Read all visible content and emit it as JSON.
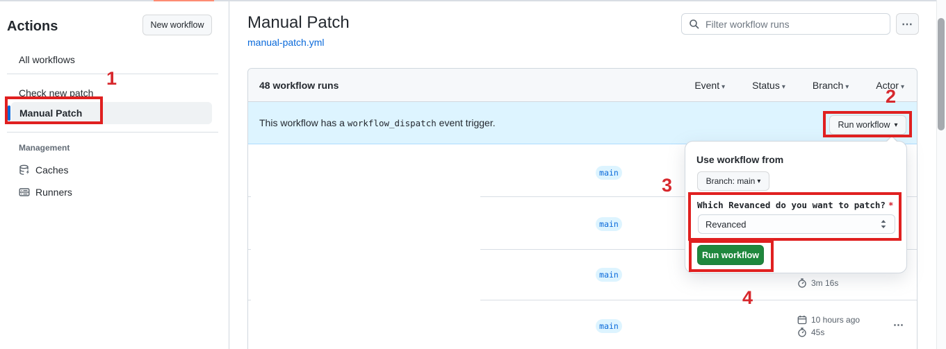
{
  "icons": {
    "caret_down": "▾",
    "kebab": "⋯"
  },
  "annotations": {
    "n1": "1",
    "n2": "2",
    "n3": "3",
    "n4": "4"
  },
  "sidebar": {
    "title": "Actions",
    "new_workflow_button": "New workflow",
    "all_workflows": "All workflows",
    "workflows": [
      "Check new patch",
      "Manual Patch"
    ],
    "management_label": "Management",
    "management_items": [
      "Caches",
      "Runners"
    ]
  },
  "main": {
    "title": "Manual Patch",
    "file_link": "manual-patch.yml",
    "filter_placeholder": "Filter workflow runs"
  },
  "runs_panel": {
    "count": "48 workflow runs",
    "filters": [
      "Event",
      "Status",
      "Branch",
      "Actor"
    ],
    "banner_text_prefix": "This workflow has a",
    "banner_code": "workflow_dispatch",
    "banner_text_suffix": "event trigger.",
    "run_workflow_dropdown": "Run workflow",
    "rows": [
      {
        "branch": "main"
      },
      {
        "branch": "main"
      },
      {
        "branch": "main",
        "duration": "3m 16s"
      },
      {
        "branch": "main",
        "date": "10 hours ago",
        "duration": "45s"
      }
    ]
  },
  "popup": {
    "heading": "Use workflow from",
    "branch_selector": "Branch: main",
    "input_label": "Which Revanced do you want to patch?",
    "required": "*",
    "input_value": "Revanced",
    "submit": "Run workflow"
  },
  "colors": {
    "accent_green": "#1f883d",
    "link_blue": "#0969da",
    "banner_bg": "#ddf4ff",
    "annotation_red": "#e02020",
    "tab_orange": "#fd8c73"
  }
}
